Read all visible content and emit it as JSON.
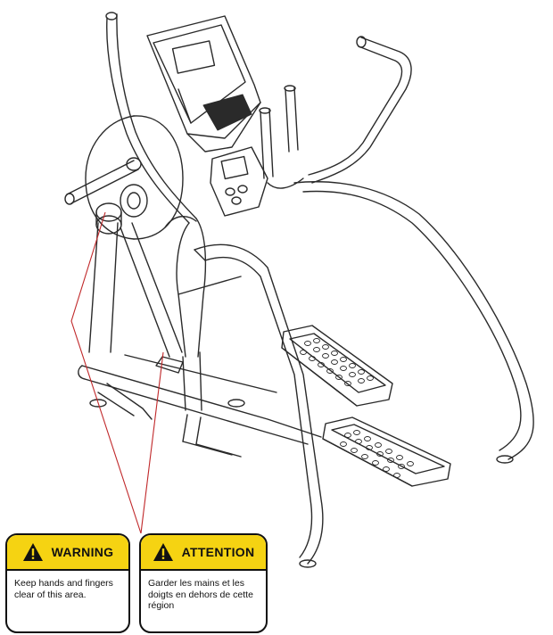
{
  "illustration": {
    "name": "elliptical-trainer-line-drawing"
  },
  "pointer_lines": {
    "color": "#c0282a"
  },
  "warning_label": {
    "icon": "warning-triangle-icon",
    "title": "WARNING",
    "lines": [
      "Keep hands and fingers",
      "clear of this area."
    ],
    "header_color": "#f5d312"
  },
  "attention_label": {
    "icon": "warning-triangle-icon",
    "title": "ATTENTION",
    "lines": [
      "Garder les mains et les",
      "doigts en dehors de cette",
      "région"
    ],
    "header_color": "#f5d312"
  }
}
